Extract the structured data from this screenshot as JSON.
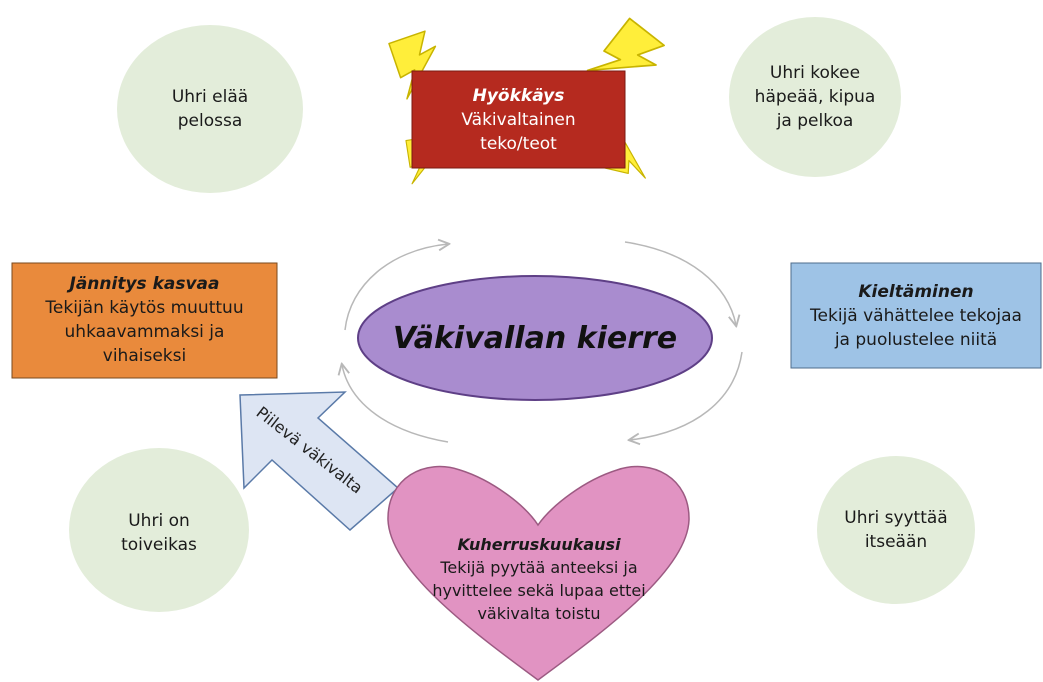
{
  "center": {
    "label": "Väkivallan kierre"
  },
  "stages": {
    "attack": {
      "title": "Hyökkäys",
      "lines": [
        "Väkivaltainen",
        "teko/teot"
      ]
    },
    "denial": {
      "title": "Kieltäminen",
      "lines": [
        "Tekijä vähättelee tekojaa",
        "ja puolustelee niitä"
      ]
    },
    "honeymoon": {
      "title": "Kuherruskuukausi",
      "lines": [
        "Tekijä pyytää anteeksi ja",
        "hyvittelee sekä lupaa ettei",
        "väkivalta toistu"
      ]
    },
    "tension": {
      "title": "Jännitys kasvaa",
      "lines": [
        "Tekijän käytös muuttuu",
        "uhkaavammaksi ja",
        "vihaiseksi"
      ]
    }
  },
  "victim_states": {
    "fear": {
      "lines": [
        "Uhri elää",
        "pelossa"
      ]
    },
    "shame": {
      "lines": [
        "Uhri kokee",
        "häpeää, kipua",
        "ja pelkoa"
      ]
    },
    "self_blame": {
      "lines": [
        "Uhri syyttää",
        "itseään"
      ]
    },
    "hopeful": {
      "lines": [
        "Uhri on",
        "toiveikas"
      ]
    }
  },
  "latent": {
    "label": "Piilevä väkivalta"
  },
  "colors": {
    "attack": "#b52a1f",
    "denial": "#9ec3e6",
    "honeymoon": "#e193c2",
    "tension": "#e98a3c",
    "center": "#a98ccf",
    "victim_circle": "#e3edda",
    "latent_arrow": "#dde5f3",
    "lightning": "#ffee3a",
    "cycle_arrow": "#b8b8b8"
  }
}
